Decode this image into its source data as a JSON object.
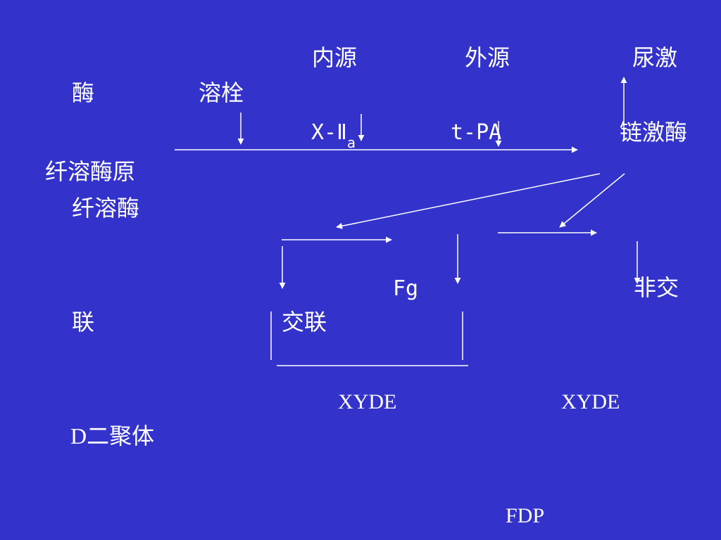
{
  "diagram": {
    "background_color": "#3333cc",
    "text_color": "#ffffff",
    "labels": {
      "intrinsic": "内源",
      "extrinsic": "外源",
      "urokinase_part1": "尿激",
      "urokinase_part2": "酶",
      "thrombolysis": "溶栓",
      "factor_prefix": "X-Ⅱ",
      "factor_sub": "a",
      "tpa": "t-PA",
      "streptokinase": "链激酶",
      "plasminogen": "纤溶酶原",
      "plasmin": "纤溶酶",
      "fibrinogen": "Fg",
      "non_crosslinked_part1": "非交",
      "non_crosslinked_part2": "联",
      "crosslinked": "交联",
      "xyde_left": "XYDE",
      "xyde_right": "XYDE",
      "d_dimer": "D二聚体",
      "fdp": "FDP"
    }
  }
}
